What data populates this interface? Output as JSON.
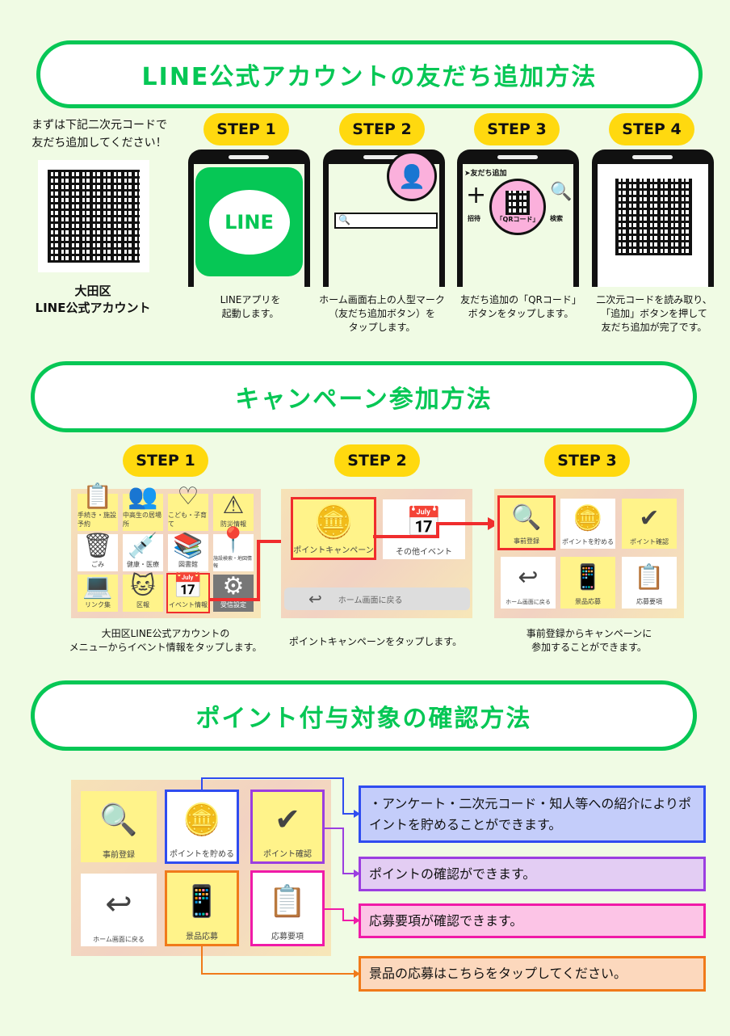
{
  "section1": {
    "title": "LINE公式アカウントの友だち追加方法",
    "intro": [
      "まずは下記二次元コードで",
      "友だち追加してください！"
    ],
    "account_label": [
      "大田区",
      "LINE公式アカウント"
    ],
    "steps": [
      {
        "label": "STEP 1",
        "caption": [
          "LINEアプリを",
          "起動します。"
        ],
        "logo": "LINE"
      },
      {
        "label": "STEP 2",
        "caption": [
          "ホーム画面右上の人型マーク",
          "（友だち追加ボタン）を",
          "タップします。"
        ]
      },
      {
        "label": "STEP 3",
        "caption": [
          "友だち追加の「QRコード」",
          "ボタンをタップします。"
        ],
        "header": "友だち追加",
        "invite": "招待",
        "qr": "「QRコード」",
        "search": "検索"
      },
      {
        "label": "STEP 4",
        "caption": [
          "二次元コードを読み取り、",
          "「追加」ボタンを押して",
          "友だち追加が完了です。"
        ]
      }
    ]
  },
  "section2": {
    "title": "キャンペーン参加方法",
    "steps": [
      {
        "label": "STEP 1",
        "caption": [
          "大田区LINE公式アカウントの",
          "メニューからイベント情報をタップします。"
        ],
        "menu": [
          "手続き・施設予約",
          "中高生の居場所",
          "こども・子育て",
          "防災情報",
          "ごみ",
          "健康・医療",
          "図書館",
          "施設検索・地図情報",
          "リンク集",
          "区報",
          "イベント情報",
          "受信設定"
        ]
      },
      {
        "label": "STEP 2",
        "caption": [
          "ポイントキャンペーンをタップします。"
        ],
        "buttons": [
          "ポイントキャンペーン",
          "その他イベント",
          "ホーム画面に戻る"
        ]
      },
      {
        "label": "STEP 3",
        "caption": [
          "事前登録からキャンペーンに",
          "参加することができます。"
        ],
        "menu": [
          "事前登録",
          "ポイントを貯める",
          "ポイント確認",
          "ホーム画面に戻る",
          "景品応募",
          "応募要項"
        ]
      }
    ]
  },
  "section3": {
    "title": "ポイント付与対象の確認方法",
    "menu": [
      "事前登録",
      "ポイントを貯める",
      "ポイント確認",
      "ホーム画面に戻る",
      "景品応募",
      "応募要項"
    ],
    "callouts": [
      {
        "text": "・アンケート・二次元コード・知人等への紹介によりポイントを貯めることができます。",
        "color": "#2f4cf0",
        "bg": "#c4cdfa"
      },
      {
        "text": "ポイントの確認ができます。",
        "color": "#9b3ee0",
        "bg": "#e3cdf3"
      },
      {
        "text": "応募要項が確認できます。",
        "color": "#f01aa8",
        "bg": "#fcc4e6"
      },
      {
        "text": "景品の応募はこちらをタップしてください。",
        "color": "#f07a1a",
        "bg": "#fcd8bd"
      }
    ]
  },
  "colors": {
    "brand": "#06c755",
    "step": "#ffd90f",
    "highlight": "#f02d2d"
  }
}
